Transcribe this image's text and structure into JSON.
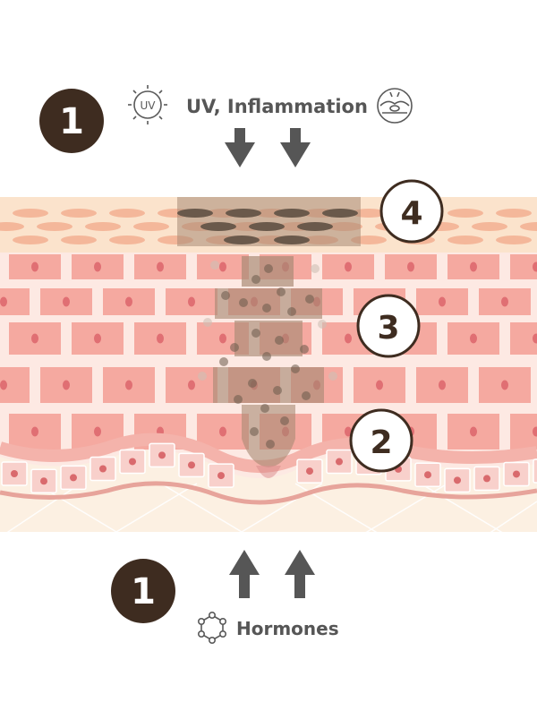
{
  "top_step": {
    "number": "1",
    "label": "UV, Inflammation"
  },
  "uv_icon": {
    "name": "uv-sun-icon",
    "text": "UV"
  },
  "inflammation_icon": {
    "name": "inflamed-skin-icon"
  },
  "bottom_step": {
    "number": "1",
    "label": "Hormones"
  },
  "hormone_icon": {
    "name": "hormone-molecule-icon"
  },
  "markers": [
    {
      "number": "4"
    },
    {
      "number": "3"
    },
    {
      "number": "2"
    }
  ],
  "colors": {
    "step_badge": "#3e2c20",
    "marker_border": "#3e2c20",
    "arrow": "#565656",
    "label_text": "#565656",
    "horny_layer": "#fbe3cc",
    "flat_cell": "#f4b79a",
    "skin_background": "#fde9e3",
    "keratinocyte": "#f5a9a0",
    "keratinocyte_nucleus": "#e06f73",
    "basal_cell": "#f8d0cb",
    "basal_nucleus": "#d96a6d",
    "dermis": "#fcf0e2",
    "melanin": "#a88a74",
    "melanin_dark": "#6a594b"
  }
}
